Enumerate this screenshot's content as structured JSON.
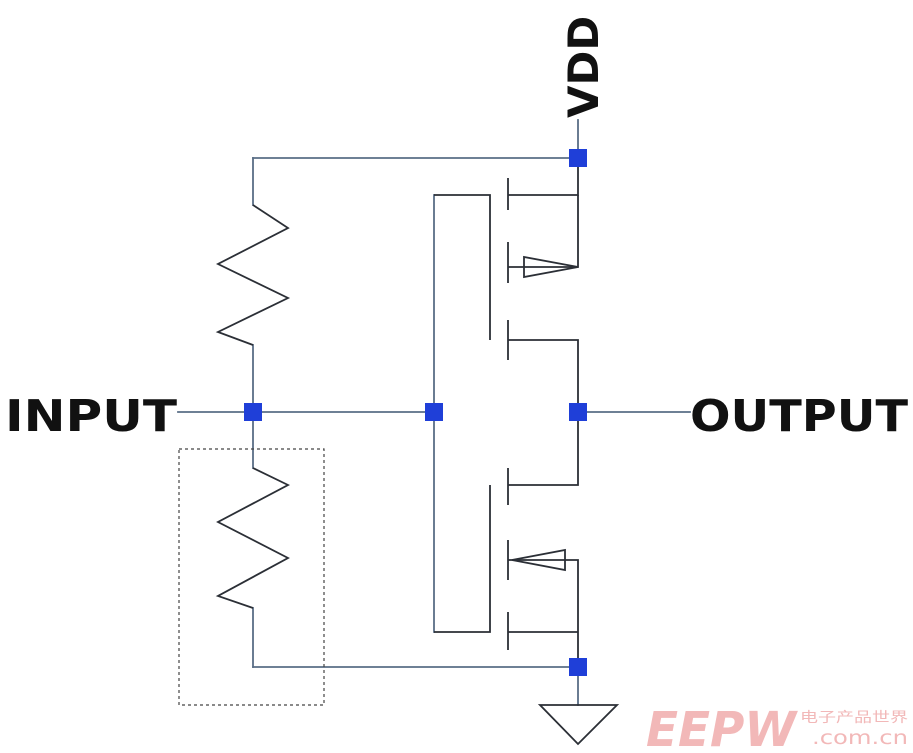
{
  "labels": {
    "vdd": "VDD",
    "input": "INPUT",
    "output": "OUTPUT"
  },
  "watermark": {
    "brand": "EEPW",
    "tagline": "电子产品世界",
    "domain": ".com.cn"
  },
  "colors": {
    "wire": "#5a6e86",
    "junction": "#1f3fd8",
    "watermark": "#f2b8b8"
  }
}
